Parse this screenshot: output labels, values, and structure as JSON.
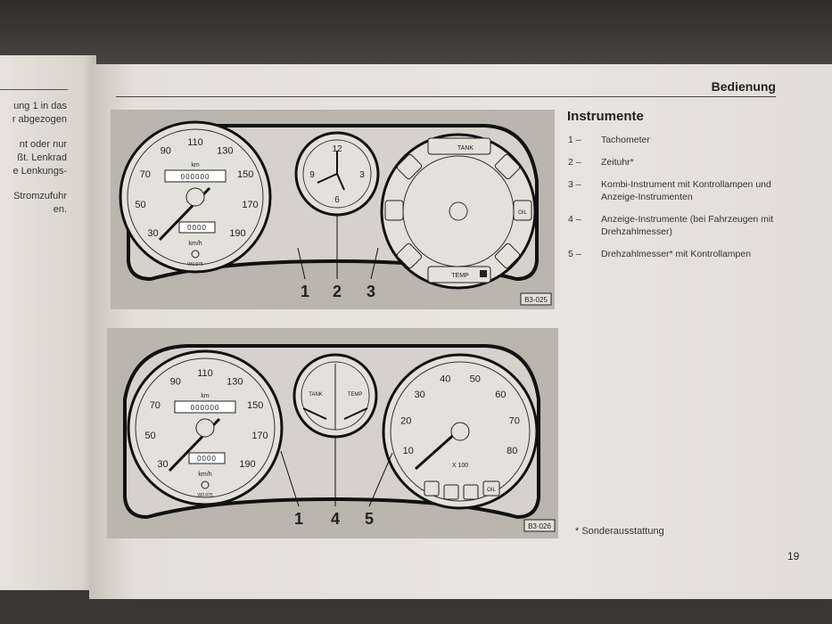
{
  "left_page": {
    "lines": [
      "ung 1 in das",
      "r abgezogen",
      "nt oder nur",
      "ßt. Lenkrad",
      "e Lenkungs-",
      "Stromzufuhr",
      "en."
    ]
  },
  "header": {
    "section": "Bedienung"
  },
  "content": {
    "title": "Instrumente",
    "items": [
      {
        "num": "1 –",
        "text": "Tachometer"
      },
      {
        "num": "2 –",
        "text": "Zeituhr*"
      },
      {
        "num": "3 –",
        "text": "Kombi-Instrument mit Kontrollampen und Anzeige-Instrumenten"
      },
      {
        "num": "4 –",
        "text": "Anzeige-Instrumente (bei Fahrzeugen mit Drehzahlmesser)"
      },
      {
        "num": "5 –",
        "text": "Drehzahlmesser* mit Kontrollampen"
      }
    ],
    "footnote": "* Sonderausstattung",
    "page_number": "19"
  },
  "speedometer": {
    "scale": [
      "30",
      "50",
      "70",
      "90",
      "110",
      "130",
      "150",
      "170",
      "190"
    ],
    "unit_top": "km",
    "unit": "km/h",
    "code": "W0.975",
    "odometer": "000000",
    "trip": "0000"
  },
  "clock": {
    "numbers": [
      "12",
      "3",
      "6",
      "9"
    ]
  },
  "kombi": {
    "tank": "TANK",
    "temp": "TEMP",
    "oil": "OIL"
  },
  "tachometer": {
    "scale": [
      "10",
      "20",
      "30",
      "40",
      "50",
      "60",
      "70",
      "80"
    ],
    "multiplier": "X 100"
  },
  "figure1": {
    "code": "B3-025",
    "callouts": [
      "1",
      "2",
      "3"
    ]
  },
  "figure2": {
    "code": "B3-026",
    "callouts": [
      "1",
      "4",
      "5"
    ]
  },
  "colors": {
    "paper": "#e6e2db",
    "figure_bg": "#b9b4ac",
    "ink": "#222222"
  }
}
